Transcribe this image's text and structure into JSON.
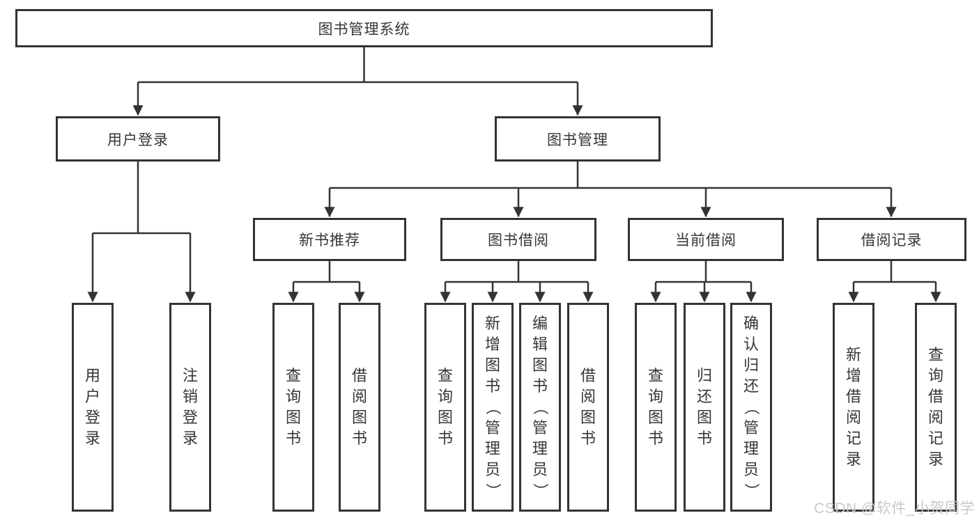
{
  "diagram": {
    "title": "图书管理系统",
    "level2": [
      {
        "label": "用户登录"
      },
      {
        "label": "图书管理"
      }
    ],
    "level3": [
      {
        "label": "新书推荐"
      },
      {
        "label": "图书借阅"
      },
      {
        "label": "当前借阅"
      },
      {
        "label": "借阅记录"
      }
    ],
    "leaves": [
      {
        "label": "用户登录"
      },
      {
        "label": "注销登录"
      },
      {
        "label": "查询图书"
      },
      {
        "label": "借阅图书"
      },
      {
        "label": "查询图书"
      },
      {
        "label": "新增图书（管理员）"
      },
      {
        "label": "编辑图书（管理员）"
      },
      {
        "label": "借阅图书"
      },
      {
        "label": "查询图书"
      },
      {
        "label": "归还图书"
      },
      {
        "label": "确认归还（管理员）"
      },
      {
        "label": "新增借阅记录"
      },
      {
        "label": "查询借阅记录"
      }
    ]
  },
  "watermark": {
    "text": "CSDN @软件_小贺同学"
  },
  "colors": {
    "line": "#333333",
    "box_border": "#333333",
    "text": "#363636",
    "watermark": "#c9c9c9",
    "background": "#ffffff"
  }
}
